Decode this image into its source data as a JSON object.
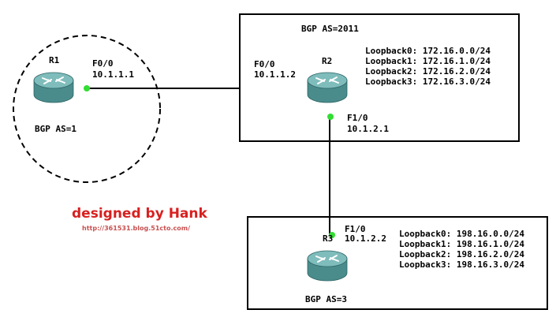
{
  "colors": {
    "line": "#000000",
    "port_dot": "#33dd33",
    "router_body": "#4a8c8c",
    "router_top": "#7fbcbc",
    "watermark": "#d82020",
    "watermark_url": "#c85050"
  },
  "r1": {
    "name": "R1",
    "port_label": "F0/0",
    "port_ip": "10.1.1.1",
    "as_label": "BGP AS=1"
  },
  "r2": {
    "name": "R2",
    "as_label": "BGP AS=2011",
    "left_port_label": "F0/0",
    "left_port_ip": "10.1.1.2",
    "bottom_port_label": "F1/0",
    "bottom_port_ip": "10.1.2.1",
    "loopbacks": [
      "Loopback0: 172.16.0.0/24",
      "Loopback1: 172.16.1.0/24",
      "Loopback2: 172.16.2.0/24",
      "Loopback3: 172.16.3.0/24"
    ]
  },
  "r3": {
    "name": "R3",
    "as_label": "BGP AS=3",
    "port_label": "F1/0",
    "port_ip": "10.1.2.2",
    "loopbacks": [
      "Loopback0: 198.16.0.0/24",
      "Loopback1: 198.16.1.0/24",
      "Loopback2: 198.16.2.0/24",
      "Loopback3: 198.16.3.0/24"
    ]
  },
  "watermark": {
    "title": "designed by Hank",
    "url": "http://361531.blog.51cto.com/"
  }
}
